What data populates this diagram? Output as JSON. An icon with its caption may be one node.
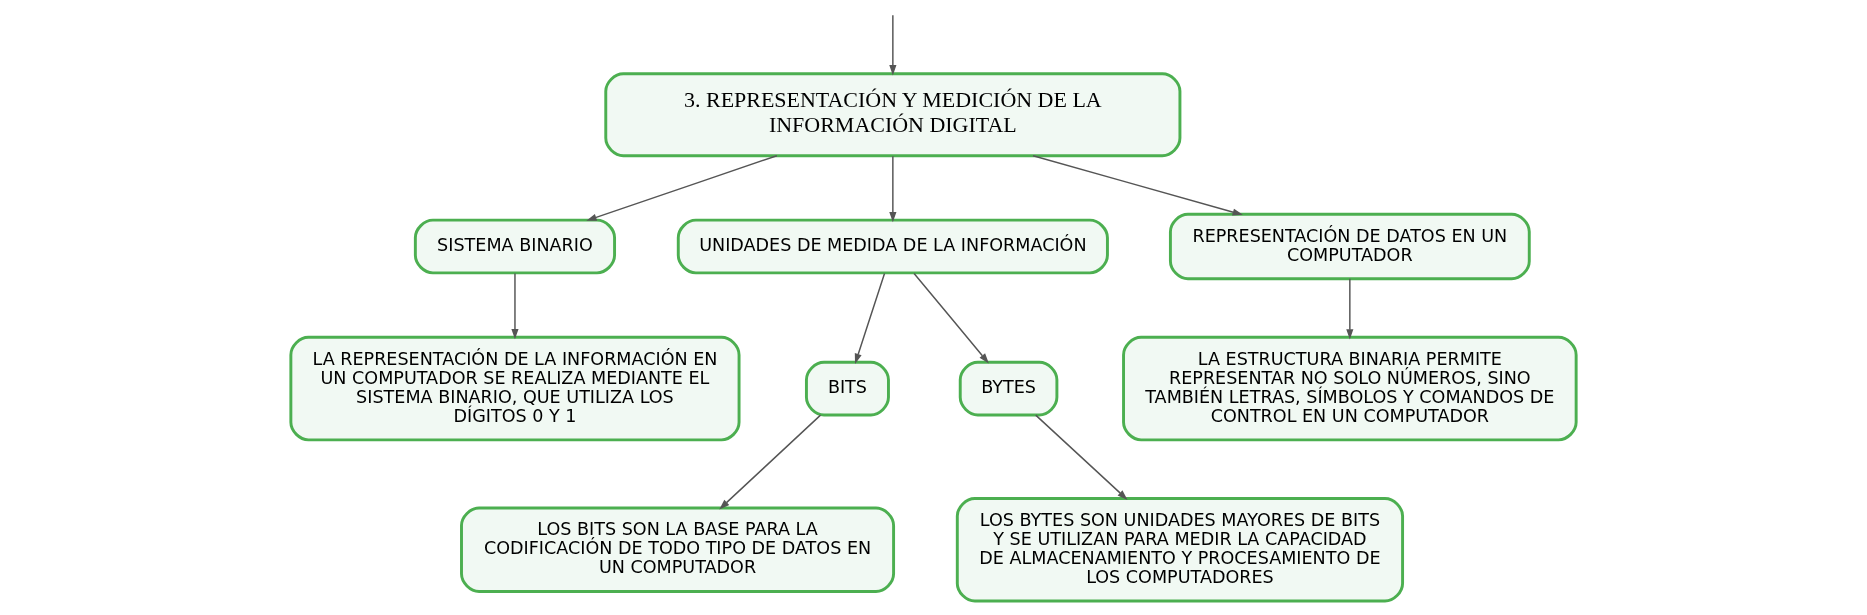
{
  "diagram": {
    "nodes": [
      {
        "text": [
          "3. REPRESENTACIÓN Y MEDICIÓN DE LA INFORMACIÓN DIGITAL"
        ]
      },
      {
        "text": [
          "SISTEMA BINARIO"
        ]
      },
      {
        "text": [
          "UNIDADES DE MEDIDA DE LA INFORMACIÓN"
        ]
      },
      {
        "text": [
          "REPRESENTACIÓN DE DATOS EN UN COMPUTADOR"
        ]
      },
      {
        "text": [
          "LA REPRESENTACIÓN DE LA INFORMACIÓN EN UN COMPUTADOR SE REALIZA MEDIANTE EL SISTEMA BINARIO, QUE UTILIZA LOS DÍGITOS 0 Y 1"
        ]
      },
      {
        "text": [
          "BITS"
        ]
      },
      {
        "text": [
          "BYTES"
        ]
      },
      {
        "text": [
          "LA ESTRUCTURA BINARIA PERMITE REPRESENTAR NO SOLO NÚMEROS, SINO TAMBIÉN LETRAS, SÍMBOLOS Y COMANDOS DE CONTROL EN UN COMPUTADOR"
        ]
      },
      {
        "text": [
          "LOS BITS SON LA BASE PARA LA CODIFICACIÓN DE TODO TIPO DE DATOS EN UN COMPUTADOR"
        ]
      },
      {
        "text": [
          "LOS BYTES SON UNIDADES MAYORES DE BITS Y SE UTILIZAN PARA MEDIR LA CAPACIDAD DE ALMACENAMIENTO Y PROCESAMIENTO DE LOS COMPUTADORES"
        ]
      }
    ],
    "edges": [
      {
        "from": null,
        "to": 0,
        "arrow": "to"
      },
      {
        "from": 0,
        "to": 1,
        "arrow": "to"
      },
      {
        "from": 0,
        "to": 2,
        "arrow": "to"
      },
      {
        "from": 0,
        "to": 3,
        "arrow": "to"
      },
      {
        "from": 1,
        "to": 4,
        "arrow": "to"
      },
      {
        "from": 2,
        "to": 5,
        "arrow": "to"
      },
      {
        "from": 2,
        "to": 6,
        "arrow": "to"
      },
      {
        "from": 3,
        "to": 7,
        "arrow": "to"
      },
      {
        "from": 5,
        "to": 8,
        "arrow": "to"
      },
      {
        "from": 6,
        "to": 9,
        "arrow": "to"
      }
    ]
  }
}
